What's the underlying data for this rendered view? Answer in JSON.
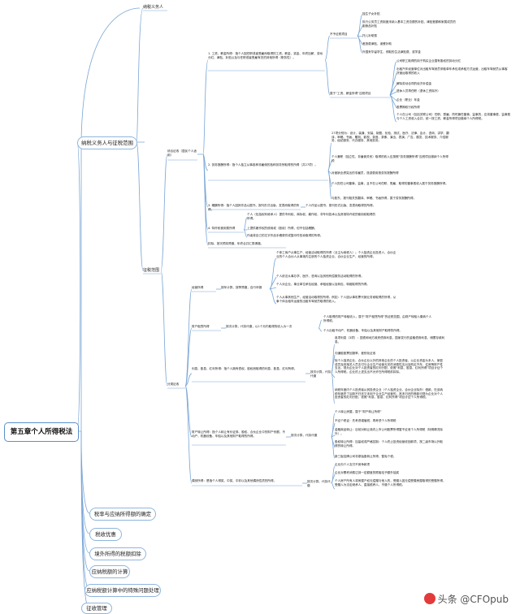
{
  "root": "第五章个人所得税法",
  "branches": {
    "b1": "纳税义务人与征税范围",
    "b2": "税率与应纳所得额的确定",
    "b3": "税收优惠",
    "b4": "境外所得的税额扣除",
    "b5": "应纳税额的计算",
    "b6": "应纳税额计算中的特殊问题处理",
    "b7": "征收管理"
  },
  "nodes": {
    "n_taxpayer": "纳税义务人",
    "n_scope": "征税范围",
    "n_zonghe": "综合征收（居民个人适用）",
    "n_fenlei": "分类征收",
    "n_gongzi": "1. 工资、薪金所得：指个人因任职或者受雇而取得的工资、薪金、奖金、年终加薪、劳动分红、津贴、补贴以及与任职或者受雇有关的其他所得（职务性）。",
    "n_bushui": "不予征税项目",
    "n_bs1": "独生子女补贴",
    "n_bs2": "执行公务员工资制度未纳入基本工资总额的补贴、津贴差额和家属成员的副食品补贴",
    "n_bs3": "托儿补助费",
    "n_bs4": "差旅费津贴、误餐补助",
    "n_bs5": "外国来华留学生，领取的生活津贴费、奖学金",
    "n_shuyu": "属于“工资、薪金所得”应税项目",
    "n_sy1": "公司职工取得的用于购买企业国有股权的劳动分红",
    "n_sy2": "出租汽车经营单位对出租车驾驶员采取单车承包或承租方式运营，出租车驾驶员从事客货营运取得的收入",
    "n_sy3": "解除劳动合同的经济补偿金",
    "n_sy4": "退休人员再任职（退休工资除外）",
    "n_sy5": "企业（职业）年金",
    "n_sy6": "股票期权行权所得",
    "n_sy7": "个人在公司（包括关联公司）任职、受雇，同时兼任董事、监事的，应将董事费、监事费与个人工资收入合并，统一按工资、薪金所得项目缴纳个人所得税。",
    "n_laowu": "2. 劳务报酬所得：指个人独立从事各种非雇佣的各种劳务所取得的所得（共27项）。",
    "n_lw1": "27项分别为：设计、装潢、安装、制图、化验、测试、医疗、法律、会计、咨询、讲学、翻译、审稿、书画、雕刻、影视、录音、录像、演出、表演、广告、展览、技术服务、介绍服务、经纪服务、代办服务、其他劳务。",
    "n_lw2": "个人兼职（独立性、非雇佣关系）取得的收入应按照“劳务报酬所得”应税项目缴纳个人所得税",
    "n_lw3": "对营销业绩突出的非雇员，旅游费用按劳务报酬所得",
    "n_lw4": "个人担任公司董事、监事，且不在公司任职、受雇，取得的董事费收入属于劳务报酬所得。",
    "n_lw5": "与股东、报刊相关的翻译、审稿、书画所得，属于劳务报酬所得。",
    "n_gaochou": "3. 稿酬所得：指个人因其作品以图书、报刊形式出版、发表而取得的所得。",
    "n_gc1": "个人作品以图书、报刊形式出版、发表而取得的所得。",
    "n_texu": "4. 特许权使用费所得",
    "n_tx1": "个人（包括权利继承人）提供专利权、商标权、著作权、非专利技术以及其他特许权的使用权取得的所得。",
    "n_tx2": "上提供著作权的使用权（股权）所得，但不包括稿酬。",
    "n_tx3": "作者将自己的文字作品手稿原件或复印件拍卖取得的所得。",
    "n_kuaiji": "扣除、按次预扣预缴、年终合并汇算清缴。",
    "n_jingying": "经营所得",
    "n_jy0": "按年计算，按季预缴，自行申报",
    "n_jy1": "个体工商户从事生产、经营活动取得的所得（业主为纳税人）；个人独资企业投资人、合伙企业的个人合伙人从事境内注册的个人独资企业、合伙企业生产、经营的所得。",
    "n_jy2": "个人依法从事办学、医疗、咨询以及其他有偿服务活动取得的所得。",
    "n_jy3": "个人对企业、事业单位承包经营、承租经营以及转包、转租取得的所得。",
    "n_jy4": "个人从事其他生产、经营活动取得的所得。例如：个人因从事彩票代销业务而取得的所得，从事个体出租车运营的出租车驾驶员取得的收入。",
    "n_caichan": "财产租赁所得",
    "n_cc0": "按次计算，代扣代缴，以1个月内取得的收入为一次",
    "n_cc1": "个人取得的财产转租收入，属于“财产租赁所得”的征税范围，由财产转租人缴纳个人所得税。",
    "n_cc2": "个人出租不动产、机器设备、车船以及其他财产取得的所得。",
    "n_lixi": "利息、股息、红利所得：指个人拥有债权、股权而取得的利息、股息、红利所得。",
    "n_lx0": "按次计算，代扣代缴",
    "n_lx1": "各项利息（3项）：国债和地方政府债券利息、国家发行的金融债券利息、储蓄存款利息。",
    "n_lx2": "沟通股股票回报率，差别化征收",
    "n_lx3": "除个人独资企业、合伙企业以外的其他企业的个人投资者，以企业资金为本人、家庭成员及其相关人员支付与企业生产经营无关的消费性支出及购买汽车、住房等财产性支出，视为企业对个人投资者的红利分配，依照“利息、股息、红利所得”项目计征个人所得税。企业的上述支出不允许在所得税前扣除。",
    "n_lx4": "纳税年度内个人投资者从其投资企业（个人独资企业、合伙企业除外）借款，在该纳税年度终了后既不归还又未用于企业生产经营的，其未归还的借款可视为企业对个人投资者的红利分配，依照“利息、股息、红利所得”项目计征个人所得税。",
    "n_zhuanrang": "财产转让所得：指个人转让有价证券、股权、合伙企业中的财产份额、不动产、机器设备、车船以及其他财产取得的所得。",
    "n_zr0": "按次计算，代扣代缴",
    "n_zr1": "个人转让房屋，属于“财产转让所得”",
    "n_zr2": "不征个税证：先考虑增值税，再考虑个人所得税",
    "n_zr3": "金融商品转让：目前对转让境内上市公司股票所得暂不征收个人所得税（特殊情况除外）。",
    "n_zr4": "股权转让所得：加量权或严格控制：个人终止投资经营收回款项，按二级市场以外取得的转让所得。",
    "n_zr5": "新三板挂牌公司非原始股转让所得，暂免个税。",
    "n_ouran": "偶然所得：是指个人得奖、中奖、中彩以及其他偶然性质的所得。",
    "n_or0": "按次计算，代扣代缴",
    "n_or1": "企业向个人支付不竞争款项",
    "n_or2": "企业对累积消费达到一定额度的顾客给予额外抽奖",
    "n_or3": "个人房产所有人将房屋产权无偿赠与他人的，受赠人因无偿受赠房屋取得的受赠所得，受赠人为法定继承人、直接赡养人、不缴个人所得税。"
  },
  "watermark": "头条 @CFOpub",
  "colors": {
    "line": "#7aa6d6",
    "border": "#8fb6de",
    "root_border": "#5b8fcc"
  }
}
